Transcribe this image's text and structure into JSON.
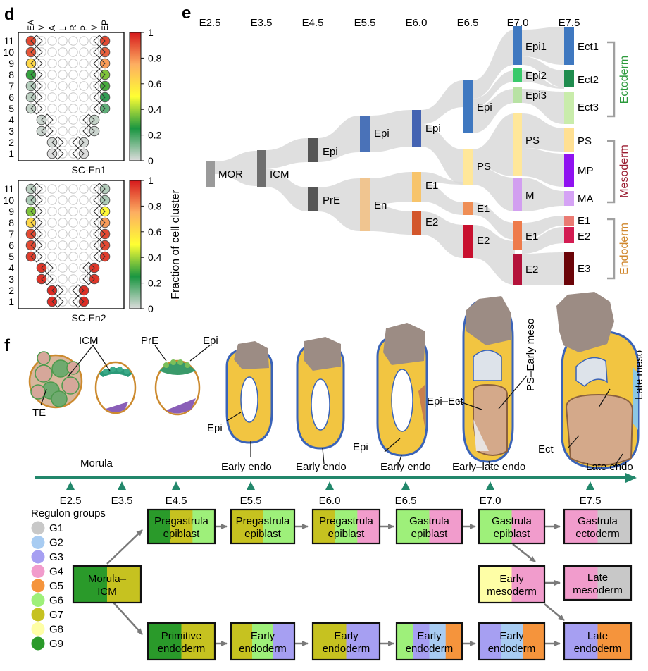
{
  "panel_labels": {
    "d": "d",
    "e": "e",
    "f": "f"
  },
  "panel_d": {
    "layer_labels": [
      "EA",
      "M",
      "A",
      "L",
      "R",
      "P",
      "M",
      "EP"
    ],
    "row_numbers": [
      "11",
      "10",
      "9",
      "8",
      "7",
      "6",
      "5",
      "4",
      "3",
      "2",
      "1"
    ],
    "heatmap1_label": "SC-En1",
    "heatmap2_label": "SC-En2",
    "colorbar_ticks": [
      "1",
      "0.8",
      "0.6",
      "0.4",
      "0.2",
      "0"
    ],
    "colorbar_title": "Fraction of cell cluster",
    "colorbar_colors": [
      "#d7191c",
      "#fdae61",
      "#ffff33",
      "#1a9641",
      "#dcdcdc"
    ],
    "heatmap1": {
      "left": [
        0.92,
        0.9,
        0.62,
        0.28,
        0.05,
        0.04,
        0.03,
        0.02,
        0.02,
        0.01,
        0.0
      ],
      "right": [
        0.92,
        0.88,
        0.78,
        0.36,
        0.3,
        0.22,
        0.16,
        0.03,
        0.02,
        0.01,
        0.0
      ]
    },
    "heatmap2": {
      "left": [
        0.04,
        0.06,
        0.36,
        0.62,
        0.92,
        0.92,
        0.94,
        0.95,
        0.96,
        0.97,
        0.97
      ],
      "right": [
        0.05,
        0.06,
        0.52,
        0.78,
        0.92,
        0.92,
        0.94,
        0.95,
        0.95,
        0.96,
        0.97
      ]
    }
  },
  "panel_e": {
    "stages": [
      "E2.5",
      "E3.5",
      "E4.5",
      "E5.5",
      "E6.0",
      "E6.5",
      "E7.0",
      "E7.5"
    ],
    "node_labels": [
      "MOR",
      "ICM",
      "Epi",
      "PrE",
      "Epi",
      "En",
      "Epi",
      "E1",
      "E2",
      "Epi",
      "PS",
      "E1",
      "E2",
      "Epi1",
      "Epi2",
      "Epi3",
      "PS",
      "M",
      "E1",
      "E2",
      "Ect1",
      "Ect2",
      "Ect3",
      "PS",
      "MP",
      "MA",
      "E1",
      "E2",
      "E3"
    ],
    "node_colors": [
      "#9a9a9a",
      "#6e6e6e",
      "#555555",
      "#555555",
      "#4a72b8",
      "#f0c590",
      "#4463b2",
      "#f7c46b",
      "#d3562b",
      "#3f78c0",
      "#ffe79a",
      "#ef8e55",
      "#c8102e",
      "#3f78c0",
      "#38c96a",
      "#b8e2a4",
      "#ffe79a",
      "#d29ff0",
      "#ee7b4b",
      "#b4123a",
      "#3f78c0",
      "#1f8c4e",
      "#c9ecab",
      "#ffe093",
      "#8f12f0",
      "#d5a3f5",
      "#ea7a72",
      "#d31c52",
      "#6b0408"
    ],
    "groups": [
      {
        "label": "Ectoderm",
        "color": "#2c9a3c"
      },
      {
        "label": "Mesoderm",
        "color": "#9a1c30"
      },
      {
        "label": "Endoderm",
        "color": "#d0872c"
      }
    ]
  },
  "panel_f": {
    "embryo_labels": [
      "ICM",
      "PrE",
      "Epi",
      "TE",
      "Epi",
      "Early endo",
      "Early endo",
      "Epi",
      "Early endo",
      "Epi–Ect",
      "Early–late endo",
      "PS–Early meso",
      "Ect",
      "Late endo",
      "Late meso"
    ],
    "timeline_label": "Morula",
    "timeline_stages": [
      "E2.5",
      "E3.5",
      "E4.5",
      "E5.5",
      "E6.0",
      "E6.5",
      "E7.0",
      "E7.5"
    ],
    "legend_title": "Regulon groups",
    "legend": [
      {
        "label": "G1",
        "color": "#c8c8c8"
      },
      {
        "label": "G2",
        "color": "#a8ccf2"
      },
      {
        "label": "G3",
        "color": "#a69ff2"
      },
      {
        "label": "G4",
        "color": "#f19ccc"
      },
      {
        "label": "G5",
        "color": "#f5943c"
      },
      {
        "label": "G6",
        "color": "#9ef07a"
      },
      {
        "label": "G7",
        "color": "#c6c220"
      },
      {
        "label": "G8",
        "color": "#fefea6"
      },
      {
        "label": "G9",
        "color": "#2a9a2a"
      }
    ],
    "states": [
      {
        "id": "morula_icm",
        "lines": [
          "Morula–",
          "ICM"
        ],
        "colors": [
          "#2a9a2a",
          "#c6c220"
        ]
      },
      {
        "id": "pregastrula_epiblast_1",
        "lines": [
          "Pregastrula",
          "epiblast"
        ],
        "colors": [
          "#2a9a2a",
          "#c6c220",
          "#9ef07a"
        ]
      },
      {
        "id": "pregastrula_epiblast_2",
        "lines": [
          "Pregastrula",
          "epiblast"
        ],
        "colors": [
          "#c6c220",
          "#9ef07a"
        ]
      },
      {
        "id": "pregastrula_epiblast_3",
        "lines": [
          "Pregastrula",
          "epiblast"
        ],
        "colors": [
          "#c6c220",
          "#9ef07a",
          "#f19ccc"
        ]
      },
      {
        "id": "gastrula_epiblast_1",
        "lines": [
          "Gastrula",
          "epiblast"
        ],
        "colors": [
          "#9ef07a",
          "#f19ccc"
        ]
      },
      {
        "id": "gastrula_epiblast_2",
        "lines": [
          "Gastrula",
          "epiblast"
        ],
        "colors": [
          "#9ef07a",
          "#f19ccc"
        ]
      },
      {
        "id": "gastrula_ectoderm",
        "lines": [
          "Gastrula",
          "ectoderm"
        ],
        "colors": [
          "#f19ccc",
          "#c8c8c8"
        ]
      },
      {
        "id": "early_mesoderm",
        "lines": [
          "Early",
          "mesoderm"
        ],
        "colors": [
          "#fefea6",
          "#f19ccc"
        ]
      },
      {
        "id": "late_mesoderm",
        "lines": [
          "Late",
          "mesoderm"
        ],
        "colors": [
          "#f19ccc",
          "#c8c8c8"
        ]
      },
      {
        "id": "primitive_endoderm",
        "lines": [
          "Primitive",
          "endoderm"
        ],
        "colors": [
          "#2a9a2a",
          "#c6c220"
        ]
      },
      {
        "id": "early_endoderm_1",
        "lines": [
          "Early",
          "endoderm"
        ],
        "colors": [
          "#c6c220",
          "#9ef07a",
          "#a69ff2"
        ]
      },
      {
        "id": "early_endoderm_2",
        "lines": [
          "Early",
          "endoderm"
        ],
        "colors": [
          "#c6c220",
          "#a69ff2"
        ]
      },
      {
        "id": "early_endoderm_3",
        "lines": [
          "Early",
          "endoderm"
        ],
        "colors": [
          "#9ef07a",
          "#a69ff2",
          "#a8ccf2",
          "#f5943c"
        ]
      },
      {
        "id": "early_endoderm_4",
        "lines": [
          "Early",
          "endoderm"
        ],
        "colors": [
          "#a69ff2",
          "#a8ccf2",
          "#f5943c"
        ]
      },
      {
        "id": "late_endoderm",
        "lines": [
          "Late",
          "endoderm"
        ],
        "colors": [
          "#a69ff2",
          "#f5943c"
        ]
      }
    ]
  }
}
